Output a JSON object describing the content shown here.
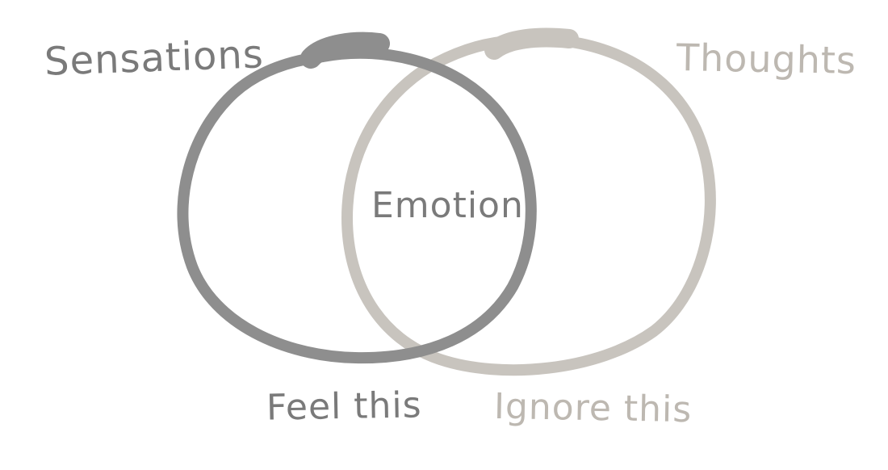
{
  "diagram": {
    "type": "venn",
    "colors": {
      "left": "#8e8e8e",
      "right": "#c8c4be",
      "text_dark": "#7a7a7a",
      "text_light": "#bdb8b1"
    },
    "left_set": {
      "name": "Sensations",
      "caption": "Feel this"
    },
    "right_set": {
      "name": "Thoughts",
      "caption": "Ignore this"
    },
    "intersection": "Emotion"
  }
}
